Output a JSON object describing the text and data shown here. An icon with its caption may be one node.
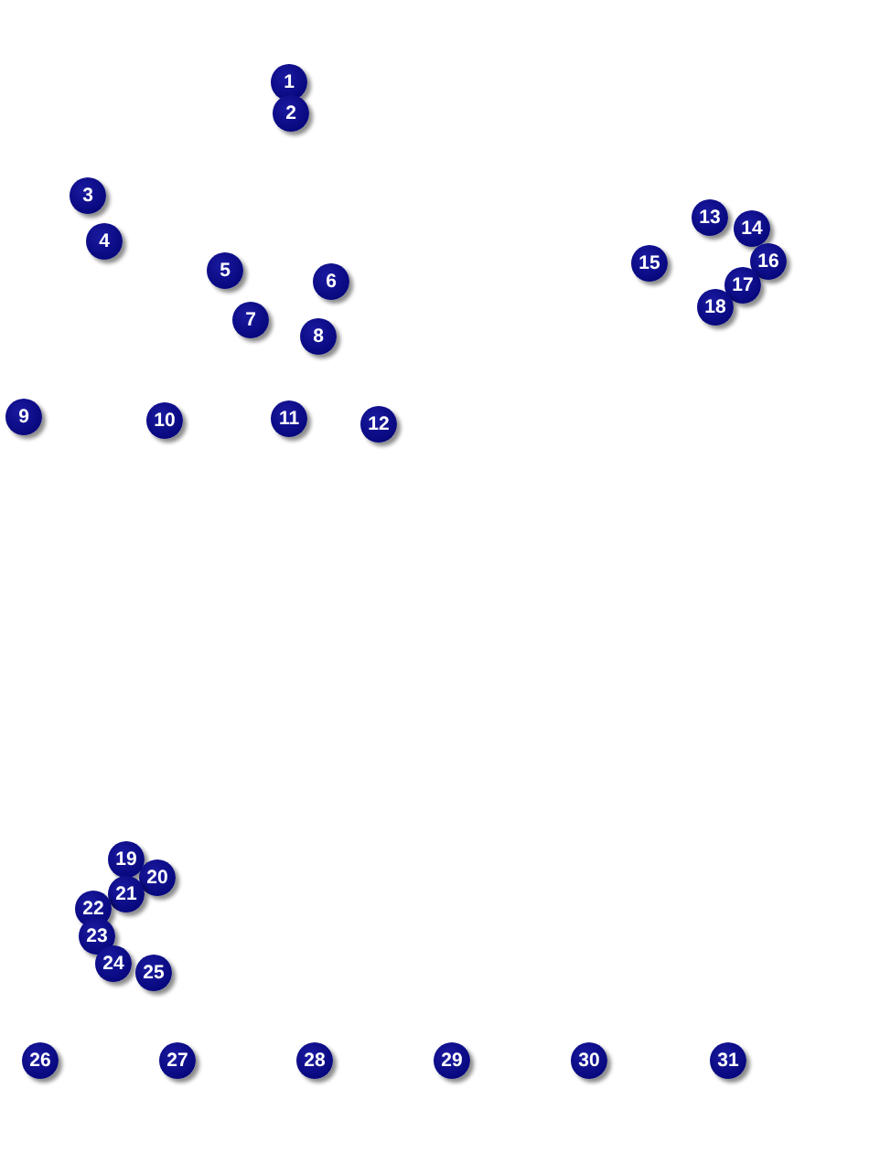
{
  "diagram": {
    "nodes": [
      {
        "text": [
          "1"
        ]
      },
      {
        "text": [
          "2"
        ]
      },
      {
        "text": [
          "3"
        ]
      },
      {
        "text": [
          "4"
        ]
      },
      {
        "text": [
          "5"
        ]
      },
      {
        "text": [
          "6"
        ]
      },
      {
        "text": [
          "7"
        ]
      },
      {
        "text": [
          "8"
        ]
      },
      {
        "text": [
          "9"
        ]
      },
      {
        "text": [
          "10"
        ]
      },
      {
        "text": [
          "11"
        ]
      },
      {
        "text": [
          "12"
        ]
      },
      {
        "text": [
          "13"
        ]
      },
      {
        "text": [
          "14"
        ]
      },
      {
        "text": [
          "15"
        ]
      },
      {
        "text": [
          "16"
        ]
      },
      {
        "text": [
          "17"
        ]
      },
      {
        "text": [
          "18"
        ]
      },
      {
        "text": [
          "19"
        ]
      },
      {
        "text": [
          "20"
        ]
      },
      {
        "text": [
          "21"
        ]
      },
      {
        "text": [
          "22"
        ]
      },
      {
        "text": [
          "23"
        ]
      },
      {
        "text": [
          "24"
        ]
      },
      {
        "text": [
          "25"
        ]
      },
      {
        "text": [
          "26"
        ]
      },
      {
        "text": [
          "27"
        ]
      },
      {
        "text": [
          "28"
        ]
      },
      {
        "text": [
          "29"
        ]
      },
      {
        "text": [
          "30"
        ]
      },
      {
        "text": [
          "31"
        ]
      }
    ]
  }
}
